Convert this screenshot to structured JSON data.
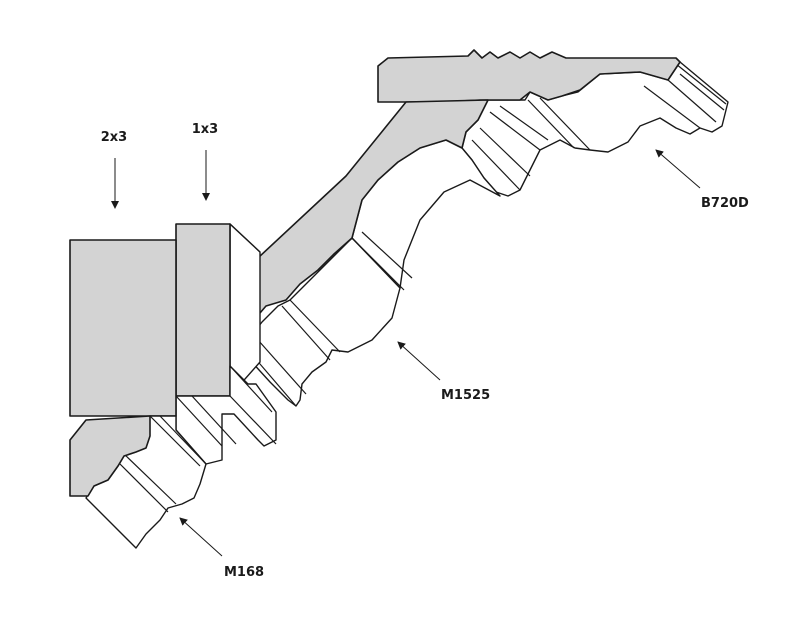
{
  "labels": {
    "stud_2x3": "2x3",
    "strip_1x3": "1x3",
    "crown_top": "B720D",
    "crown_middle": "M1525",
    "crown_bottom": "M168"
  },
  "colors": {
    "section_fill": "#d3d3d3",
    "face_fill": "#ffffff",
    "outline": "#1a1a1a"
  }
}
